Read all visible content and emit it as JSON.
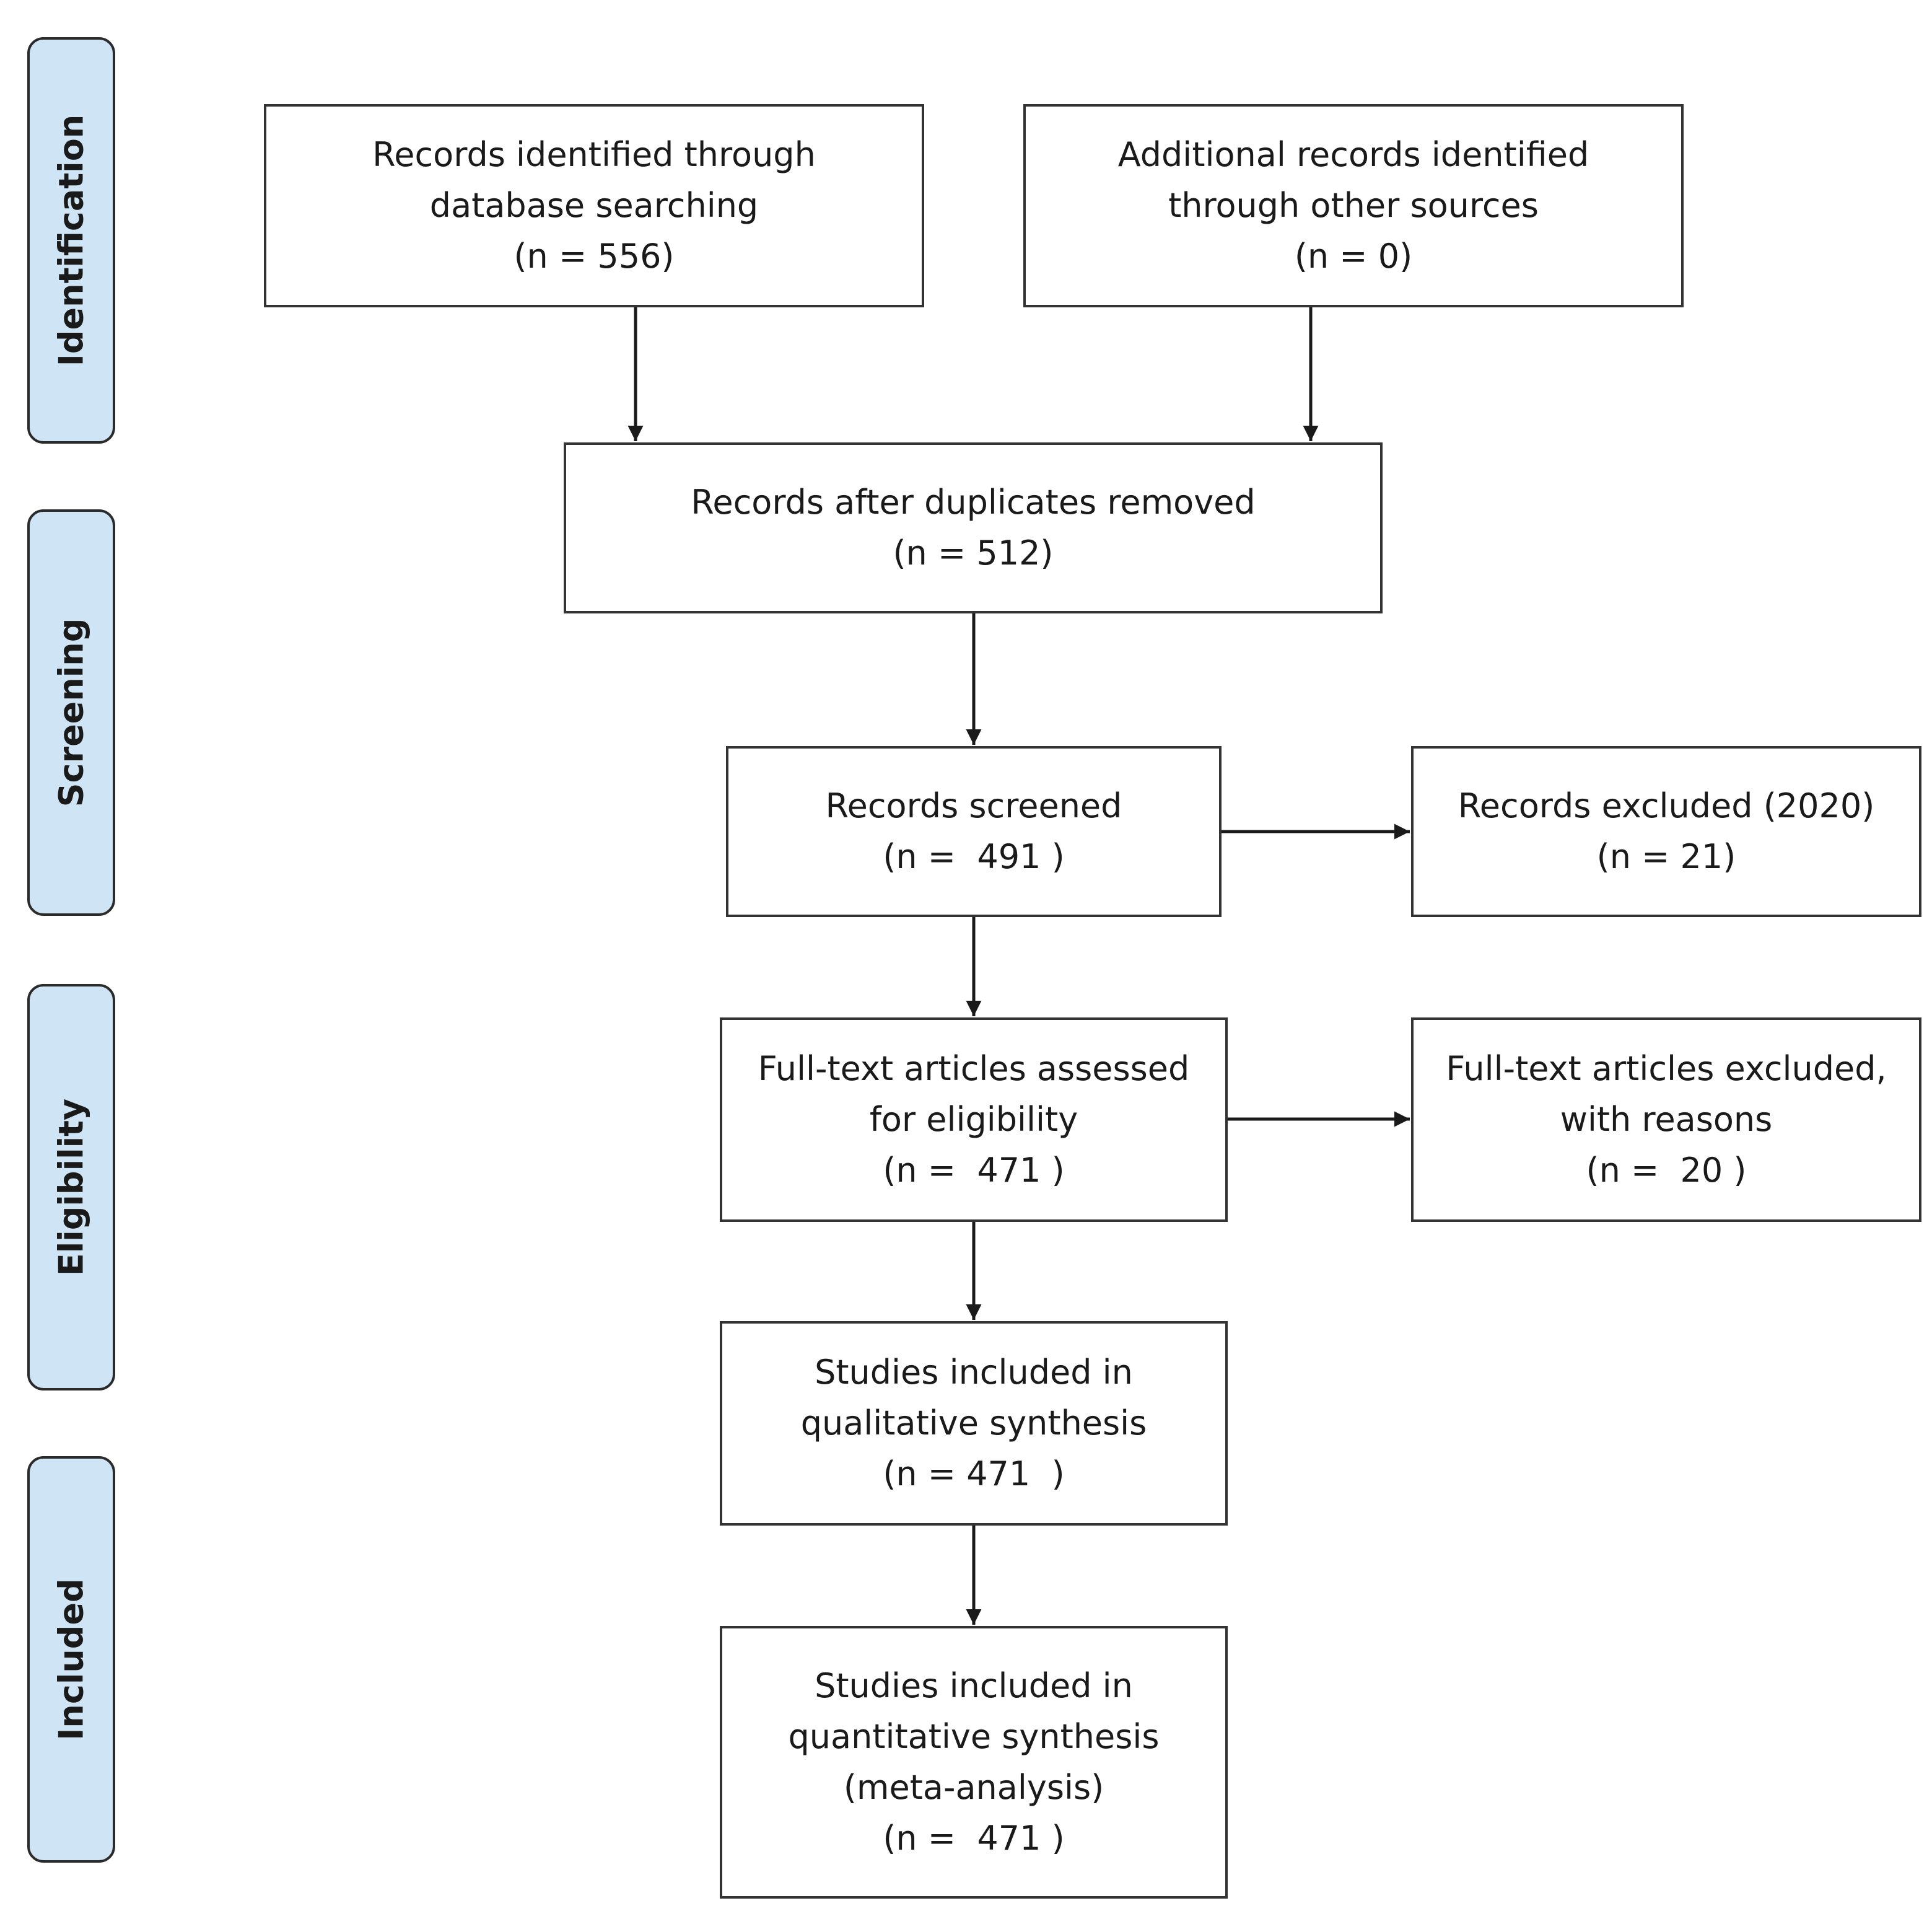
{
  "phases": [
    {
      "label": "Identification"
    },
    {
      "label": "Screening"
    },
    {
      "label": "Eligibility"
    },
    {
      "label": "Included"
    }
  ],
  "boxes": {
    "database": {
      "lines": [
        "Records identified through",
        "database searching",
        "(n = 556)"
      ]
    },
    "other": {
      "lines": [
        "Additional records identified",
        "through other sources",
        "(n = 0)"
      ]
    },
    "duplicates": {
      "lines": [
        "Records after duplicates removed",
        "(n = 512)"
      ]
    },
    "screened": {
      "lines": [
        "Records screened",
        "(n =  491 )"
      ]
    },
    "excluded": {
      "lines": [
        "Records excluded (2020)",
        "(n = 21)"
      ]
    },
    "fulltext": {
      "lines": [
        "Full-text articles assessed",
        "for eligibility",
        "(n =  471 )"
      ]
    },
    "fulltext_excluded": {
      "lines": [
        "Full-text articles excluded,",
        "with reasons",
        "(n =  20 )"
      ]
    },
    "qualitative": {
      "lines": [
        "Studies included in",
        "qualitative synthesis",
        "(n = 471  )"
      ]
    },
    "quantitative": {
      "lines": [
        "Studies included in",
        "quantitative synthesis",
        "(meta-analysis)",
        "(n =  471 )"
      ]
    }
  },
  "colors": {
    "phase_fill": "#cfe5f5",
    "border": "#333333"
  }
}
